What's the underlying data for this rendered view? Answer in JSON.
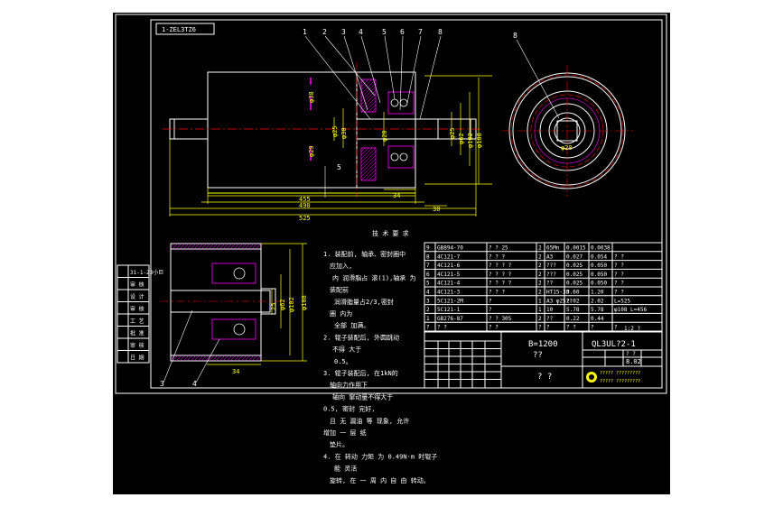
{
  "drawing": {
    "frame_code": "1-ZEL3TZ6",
    "part_labels": [
      "1",
      "2",
      "3",
      "4",
      "5",
      "6",
      "7",
      "8"
    ],
    "side_label": "8",
    "section_label": "5",
    "left_stamps": [
      "31-1-23小巨",
      "审 核",
      "设 计",
      "审 核",
      "工 艺",
      "批 准",
      "审 核",
      "日 期"
    ],
    "front_dims": [
      "φ30",
      "φ29",
      "φ30",
      "φ20",
      "φ25",
      "φ25",
      "φ62",
      "φ102",
      "φ108",
      "34",
      "455",
      "490",
      "525",
      "30"
    ],
    "side_dims": [
      "φ20"
    ],
    "bottom_dims": [
      "φ108",
      "φ102",
      "φ62",
      "25",
      "34"
    ],
    "bottom_labels": [
      "3",
      "4"
    ],
    "tech_title": "技 术 要 求",
    "tech_lines": [
      "1. 装配前, 轴承、密封圈中",
      "应加入,",
      "内 润滑脂占 滚(1),轴承 为",
      "装配前",
      "润滑脂量占2/3,密封",
      "圈 内为",
      "全部 加满。",
      "2. 辊子装配后, 外圆跳动",
      "不得 大于",
      "0.5。",
      "3. 辊子装配后, 在1kN的",
      "轴向力作用下",
      "轴向 窜动量不得大于",
      "0.5, 密封 完好,",
      "且 无 漏油 等 现象, 允许",
      "增加 一 层 纸",
      "垫片。",
      "4. 在 转动 力矩 为 0.49N·m 时辊子",
      "能 灵活",
      "旋转, 在 一 周 内 自 由 转动。"
    ]
  },
  "bom": {
    "rows": [
      {
        "no": "9",
        "code": "GB894-70",
        "name": "? ? 25",
        "qty": "2",
        "mat": "65Mn",
        "w1": "0.0015",
        "w2": "0.0038"
      },
      {
        "no": "8",
        "code": "4C121-7",
        "name": "? ? ?",
        "qty": "2",
        "mat": "A3",
        "w1": "0.027",
        "w2": "0.054",
        "note": "? ?"
      },
      {
        "no": "7",
        "code": "4C121-6",
        "name": "? ? ? ?",
        "qty": "2",
        "mat": "???",
        "w1": "0.025",
        "w2": "0.050",
        "note": "? ?"
      },
      {
        "no": "6",
        "code": "4C121-5",
        "name": "? ? ? ?",
        "qty": "2",
        "mat": "???",
        "w1": "0.025",
        "w2": "0.050",
        "note": "? ?"
      },
      {
        "no": "5",
        "code": "4C121-4",
        "name": "? ? ? ?",
        "qty": "2",
        "mat": "??",
        "w1": "0.025",
        "w2": "0.050",
        "note": "? ?"
      },
      {
        "no": "4",
        "code": "4C121-3",
        "name": "? ? ?",
        "qty": "2",
        "mat": "HT15-33",
        "w1": "0.60",
        "w2": "1.20",
        "note": "? ?"
      },
      {
        "no": "3",
        "code": "5C121-2M",
        "name": "?",
        "qty": "1",
        "mat": "A3 φ25??",
        "w1": "2.02",
        "w2": "2.02",
        "note": "L=525"
      },
      {
        "no": "2",
        "code": "5C121-1",
        "name": "?",
        "qty": "1",
        "mat": "10",
        "w1": "5.78",
        "w2": "5.78",
        "note": "φ108 L=456"
      },
      {
        "no": "1",
        "code": "GB276-87",
        "name": "? ? 305",
        "qty": "2",
        "mat": "??",
        "w1": "0.22",
        "w2": "0.44"
      }
    ],
    "header": [
      "?",
      "? ?",
      "? ?",
      "?",
      "?",
      "? ?",
      "?",
      "?"
    ],
    "spec_top": "B=1200",
    "spec_bottom": "??",
    "drawing_no": "QL3UL?2-1",
    "part_name": "? ?",
    "weight": "8.02",
    "weight_label": "? ?",
    "scale_label": "1:2 ?",
    "company_line1": "????? ?????????",
    "company_line2": "????? ?????????"
  }
}
